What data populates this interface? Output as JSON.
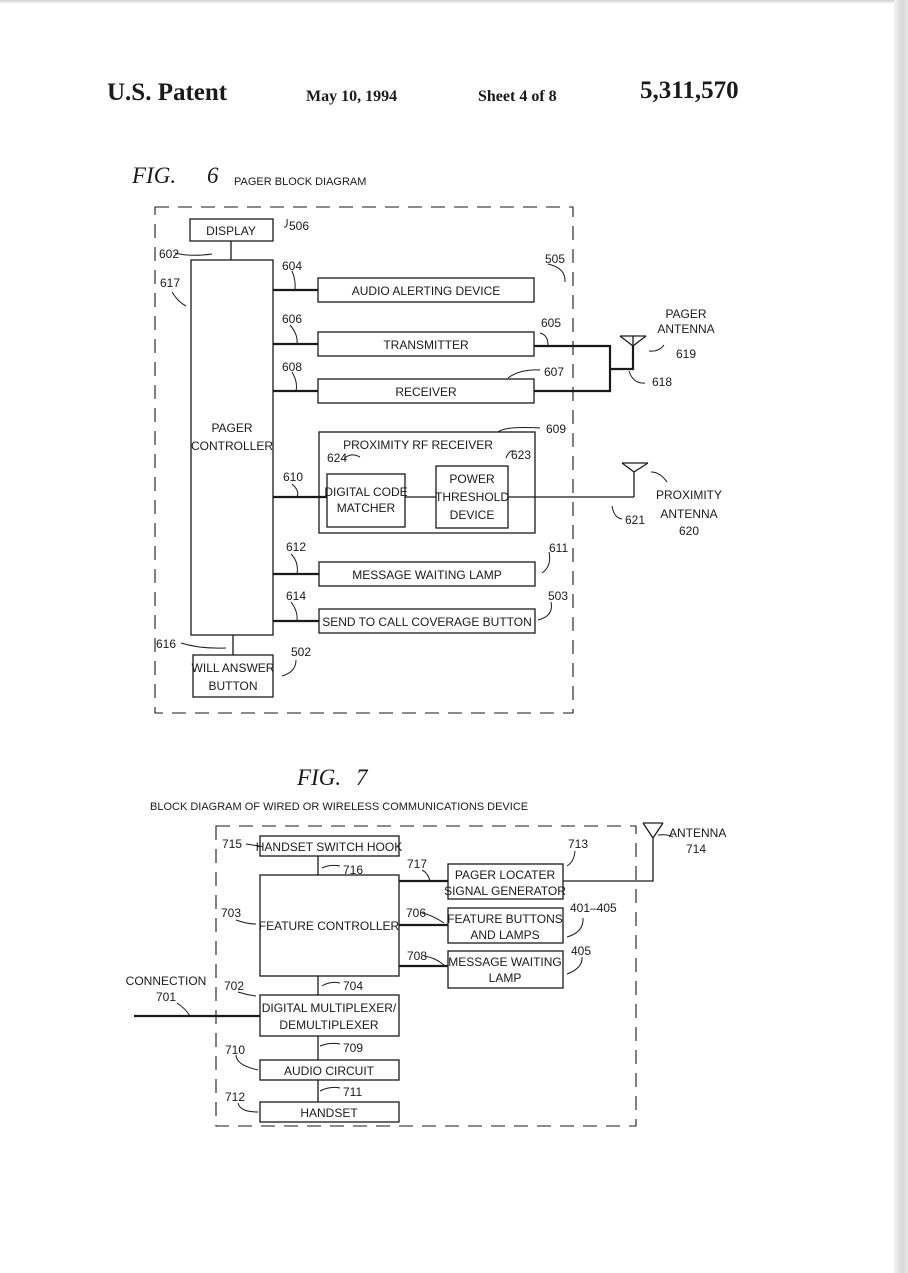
{
  "header": {
    "patent_label": "U.S. Patent",
    "date": "May 10, 1994",
    "sheet": "Sheet 4 of 8",
    "patent_number": "5,311,570"
  },
  "fig6": {
    "fig_label": "FIG.",
    "fig_number": "6",
    "caption": "PAGER BLOCK DIAGRAM",
    "display": "DISPLAY",
    "controller_line1": "PAGER",
    "controller_line2": "CONTROLLER",
    "audio": "AUDIO ALERTING DEVICE",
    "transmitter": "TRANSMITTER",
    "receiver": "RECEIVER",
    "proximity_receiver": "PROXIMITY RF RECEIVER",
    "code_matcher_line1": "DIGITAL CODE",
    "code_matcher_line2": "MATCHER",
    "threshold_line1": "POWER",
    "threshold_line2": "THRESHOLD",
    "threshold_line3": "DEVICE",
    "lamp": "MESSAGE WAITING LAMP",
    "coverage_button": "SEND TO CALL COVERAGE BUTTON",
    "answer_line1": "WILL ANSWER",
    "answer_line2": "BUTTON",
    "pager_antenna_line1": "PAGER",
    "pager_antenna_line2": "ANTENNA",
    "proximity_antenna_line1": "PROXIMITY",
    "proximity_antenna_line2": "ANTENNA",
    "refs": {
      "r506": "506",
      "r602": "602",
      "r617": "617",
      "r604": "604",
      "r505": "505",
      "r606": "606",
      "r605": "605",
      "r619": "619",
      "r608": "608",
      "r607": "607",
      "r618": "618",
      "r609": "609",
      "r624": "624",
      "r623": "623",
      "r610": "610",
      "r621": "621",
      "r620": "620",
      "r612": "612",
      "r611": "611",
      "r614": "614",
      "r503": "503",
      "r616": "616",
      "r502": "502"
    }
  },
  "fig7": {
    "fig_label": "FIG.",
    "fig_number": "7",
    "caption": "BLOCK DIAGRAM OF WIRED OR WIRELESS COMMUNICATIONS DEVICE",
    "switch_hook": "HANDSET SWITCH HOOK",
    "feature_controller": "FEATURE CONTROLLER",
    "locater_line1": "PAGER LOCATER",
    "locater_line2": "SIGNAL GENERATOR",
    "buttons_line1": "FEATURE BUTTONS",
    "buttons_line2": "AND LAMPS",
    "lamp_line1": "MESSAGE WAITING",
    "lamp_line2": "LAMP",
    "mux_line1": "DIGITAL MULTIPLEXER/",
    "mux_line2": "DEMULTIPLEXER",
    "audio": "AUDIO CIRCUIT",
    "handset": "HANDSET",
    "connection": "CONNECTION",
    "antenna": "ANTENNA",
    "refs": {
      "r715": "715",
      "r716": "716",
      "r717": "717",
      "r713": "713",
      "r714": "714",
      "r703": "703",
      "r706": "706",
      "r401_405": "401–405",
      "r708": "708",
      "r405": "405",
      "r701": "701",
      "r702": "702",
      "r704": "704",
      "r710": "710",
      "r709": "709",
      "r712": "712",
      "r711": "711"
    }
  }
}
